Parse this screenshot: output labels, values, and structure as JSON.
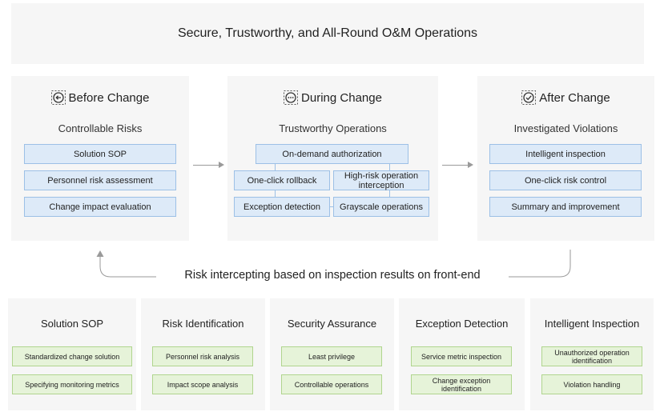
{
  "title": "Secure, Trustworthy, and All-Round O&M Operations",
  "phases": [
    {
      "name": "Before Change",
      "icon": "left-arrow-circle-icon",
      "subtitle": "Controllable Risks",
      "items": [
        "Solution SOP",
        "Personnel risk assessment",
        "Change impact evaluation"
      ]
    },
    {
      "name": "During Change",
      "icon": "ellipsis-circle-icon",
      "subtitle": "Trustworthy Operations",
      "items": [
        "On-demand authorization",
        "One-click rollback",
        "High-risk operation interception",
        "Exception detection",
        "Grayscale operations"
      ]
    },
    {
      "name": "After Change",
      "icon": "check-circle-icon",
      "subtitle": "Investigated Violations",
      "items": [
        "Intelligent inspection",
        "One-click risk control",
        "Summary and improvement"
      ]
    }
  ],
  "loop_text": "Risk intercepting based on inspection results on front-end",
  "columns": [
    {
      "title": "Solution SOP",
      "items": [
        "Standardized change solution",
        "Specifying monitoring metrics"
      ]
    },
    {
      "title": "Risk Identification",
      "items": [
        "Personnel risk analysis",
        "Impact scope analysis"
      ]
    },
    {
      "title": "Security Assurance",
      "items": [
        "Least privilege",
        "Controllable operations"
      ]
    },
    {
      "title": "Exception Detection",
      "items": [
        "Service metric inspection",
        "Change exception identification"
      ]
    },
    {
      "title": "Intelligent Inspection",
      "items": [
        "Unauthorized operation identification",
        "Violation handling"
      ]
    }
  ],
  "colors": {
    "panel": "#f6f6f6",
    "blue_fill": "#ddeaf8",
    "blue_border": "#9cc0e6",
    "green_fill": "#e6f3d9",
    "green_border": "#b0d58e"
  }
}
